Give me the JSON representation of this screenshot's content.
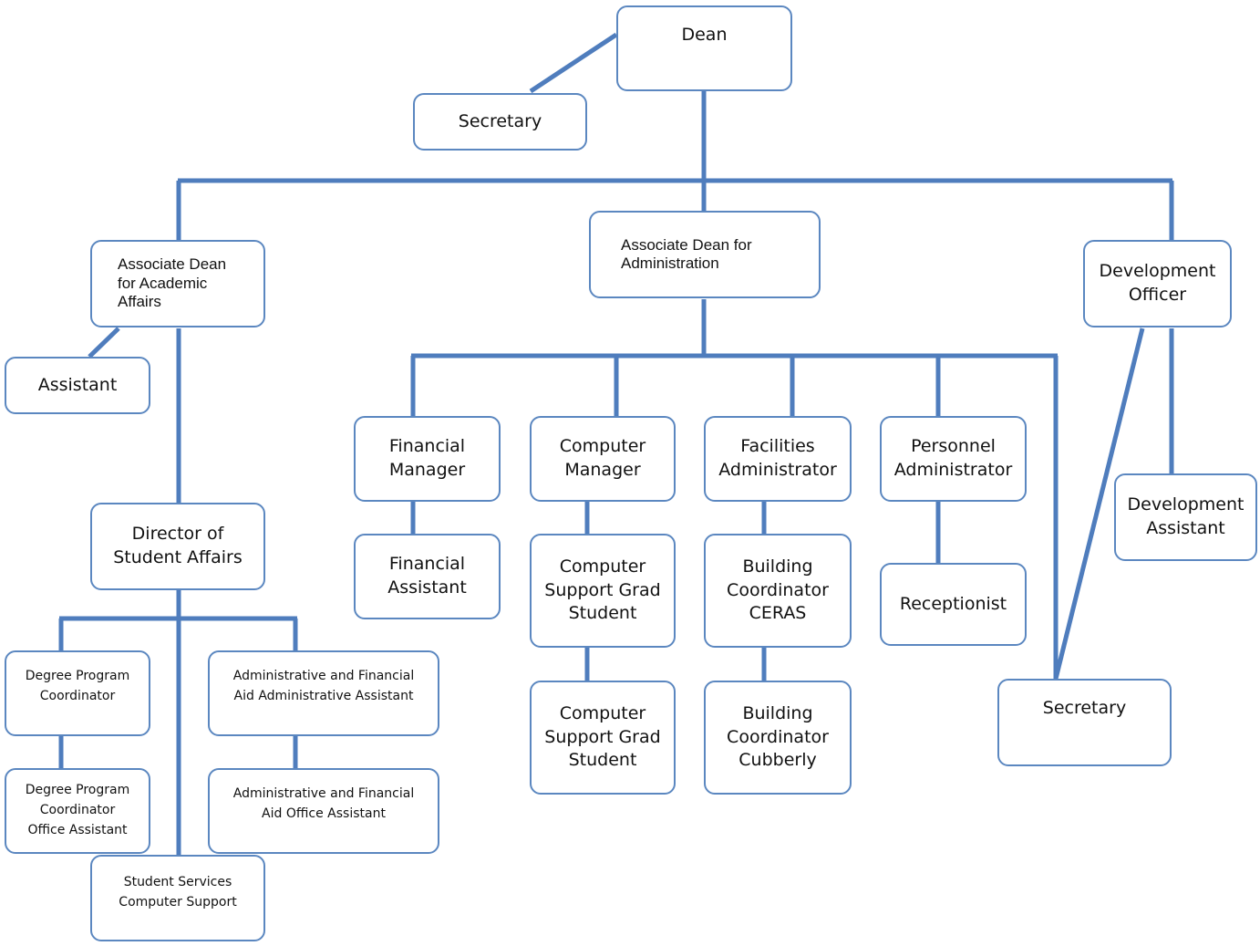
{
  "chart": {
    "line_color": "#4f7dbd",
    "box_border_color": "#5b87c0",
    "nodes": {
      "dean": "Dean",
      "secretary_top": "Secretary",
      "assoc_academic": "Associate Dean\nfor Academic\nAffairs",
      "assoc_admin": "Associate Dean for\nAdministration",
      "development_officer": "Development\nOfficer",
      "assistant": "Assistant",
      "financial_manager": "Financial\nManager",
      "computer_manager": "Computer\nManager",
      "facilities_admin": "Facilities\nAdministrator",
      "personnel_admin": "Personnel\nAdministrator",
      "development_assistant": "Development\nAssistant",
      "director_student_affairs": "Director of\nStudent Affairs",
      "financial_assistant": "Financial\nAssistant",
      "computer_support_1": "Computer\nSupport Grad\nStudent",
      "building_ceras": "Building\nCoordinator\nCERAS",
      "receptionist": "Receptionist",
      "computer_support_2": "Computer\nSupport Grad\nStudent",
      "building_cubberly": "Building\nCoordinator\nCubberly",
      "secretary_right": "Secretary",
      "degree_program_coordinator": "Degree Program\nCoordinator",
      "admin_fin_aid_admin_asst": "Administrative and Financial\nAid Administrative Assistant",
      "degree_program_office_asst": "Degree Program\nCoordinator\nOffice Assistant",
      "admin_fin_aid_office_asst": "Administrative and Financial\nAid Office Assistant",
      "student_services_support": "Student Services\nComputer Support"
    }
  }
}
